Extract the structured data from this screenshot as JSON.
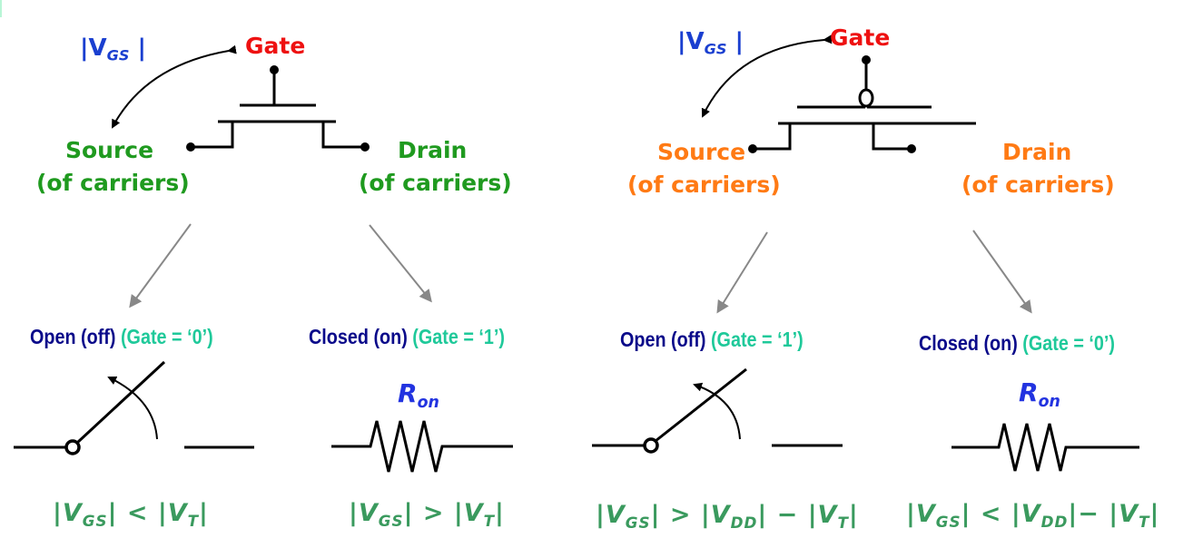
{
  "colors": {
    "nmos_terminals": "#1f9a1f",
    "pmos_terminals": "#ff7a14",
    "gate": "#ee1111",
    "vgs": "#1a3fd0",
    "state": "#0a0a8a",
    "gate_value": "#1fc99a",
    "condition": "#3a9a5e",
    "ron": "#2233e0",
    "arrow_gray": "#888888",
    "wire": "#000000"
  },
  "nmos": {
    "gate_label": "Gate",
    "vgs_label": "|V",
    "vgs_sub": "GS",
    "vgs_close": " |",
    "source_line1": "Source",
    "source_line2": "(of carriers)",
    "drain_line1": "Drain",
    "drain_line2": "(of carriers)",
    "off": {
      "state": "Open (off)",
      "gate_value": "(Gate = ‘0’)",
      "condition": {
        "p1": "|V",
        "s1": "GS",
        "p2": "| < |V",
        "s2": "T",
        "p3": "|"
      }
    },
    "on": {
      "state": "Closed (on)",
      "gate_value": "(Gate = ‘1’)",
      "resistor_label": "R",
      "resistor_sub": "on",
      "condition": {
        "p1": "|V",
        "s1": "GS",
        "p2": "| > |V",
        "s2": "T",
        "p3": "|"
      }
    }
  },
  "pmos": {
    "gate_label": "Gate",
    "vgs_label": "|V",
    "vgs_sub": "GS",
    "vgs_close": " |",
    "source_line1": "Source",
    "source_line2": "(of carriers)",
    "drain_line1": "Drain",
    "drain_line2": "(of carriers)",
    "off": {
      "state": "Open (off)",
      "gate_value": "(Gate = ‘1’)",
      "condition": {
        "p1": "|V",
        "s1": "GS",
        "p2": "| > |V",
        "s2": "DD",
        "p3": "| − |V",
        "s3": "T",
        "p4": "|"
      }
    },
    "on": {
      "state": "Closed (on)",
      "gate_value": "(Gate = ‘0’)",
      "resistor_label": "R",
      "resistor_sub": "on",
      "condition": {
        "p1": "|V",
        "s1": "GS",
        "p2": "| < |V",
        "s2": "DD",
        "p3": "|− |V",
        "s3": "T",
        "p4": "|"
      }
    }
  }
}
